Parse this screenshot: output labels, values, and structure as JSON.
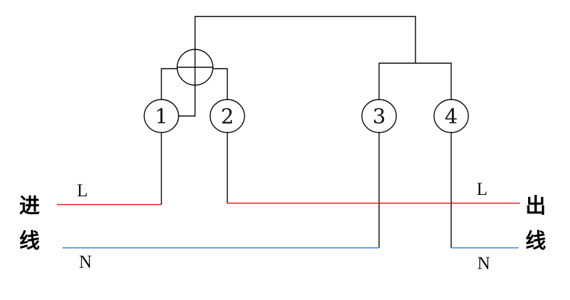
{
  "diagram": {
    "colors": {
      "line_wire": "#e01b1b",
      "neutral_wire": "#2e86d6",
      "frame": "#000000"
    },
    "terminals": [
      {
        "id": "t1",
        "label": "1"
      },
      {
        "id": "t2",
        "label": "2"
      },
      {
        "id": "t3",
        "label": "3"
      },
      {
        "id": "t4",
        "label": "4"
      }
    ],
    "labels": {
      "incoming_L": "L",
      "incoming_N": "N",
      "outgoing_L": "L",
      "outgoing_N": "N",
      "incoming_char1": "进",
      "incoming_char2": "线",
      "outgoing_char1": "出",
      "outgoing_char2": "线"
    }
  }
}
